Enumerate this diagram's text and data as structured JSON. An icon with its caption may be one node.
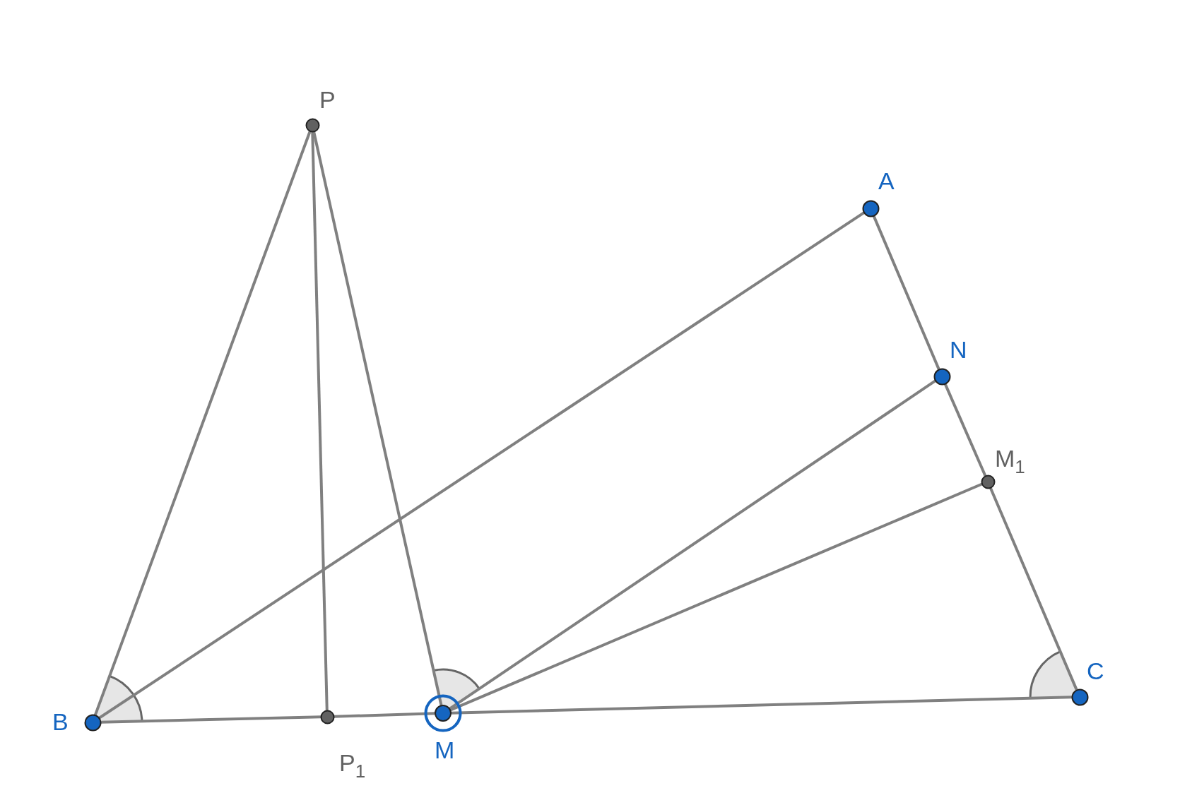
{
  "diagram": {
    "nodes": [
      {
        "text": [
          "P"
        ]
      },
      {
        "text": [
          "A"
        ]
      },
      {
        "text": [
          "N"
        ]
      },
      {
        "text": [
          "M$_{1}$"
        ]
      },
      {
        "text": [
          "C"
        ]
      },
      {
        "text": [
          "B"
        ]
      },
      {
        "text": [
          "P$_{1}$"
        ]
      },
      {
        "text": [
          "M"
        ]
      }
    ],
    "edges": [
      {
        "from": 5,
        "to": 0,
        "arrow": "none"
      },
      {
        "from": 0,
        "to": 6,
        "arrow": "none"
      },
      {
        "from": 0,
        "to": 7,
        "arrow": "none"
      },
      {
        "from": 5,
        "to": 1,
        "arrow": "none"
      },
      {
        "from": 1,
        "to": 2,
        "arrow": "none"
      },
      {
        "from": 2,
        "to": 3,
        "arrow": "none"
      },
      {
        "from": 3,
        "to": 4,
        "arrow": "none"
      },
      {
        "from": 5,
        "to": 6,
        "arrow": "none"
      },
      {
        "from": 6,
        "to": 7,
        "arrow": "none"
      },
      {
        "from": 7,
        "to": 4,
        "arrow": "none"
      },
      {
        "from": 7,
        "to": 2,
        "arrow": "none"
      },
      {
        "from": 7,
        "to": 3,
        "arrow": "none"
      }
    ]
  }
}
